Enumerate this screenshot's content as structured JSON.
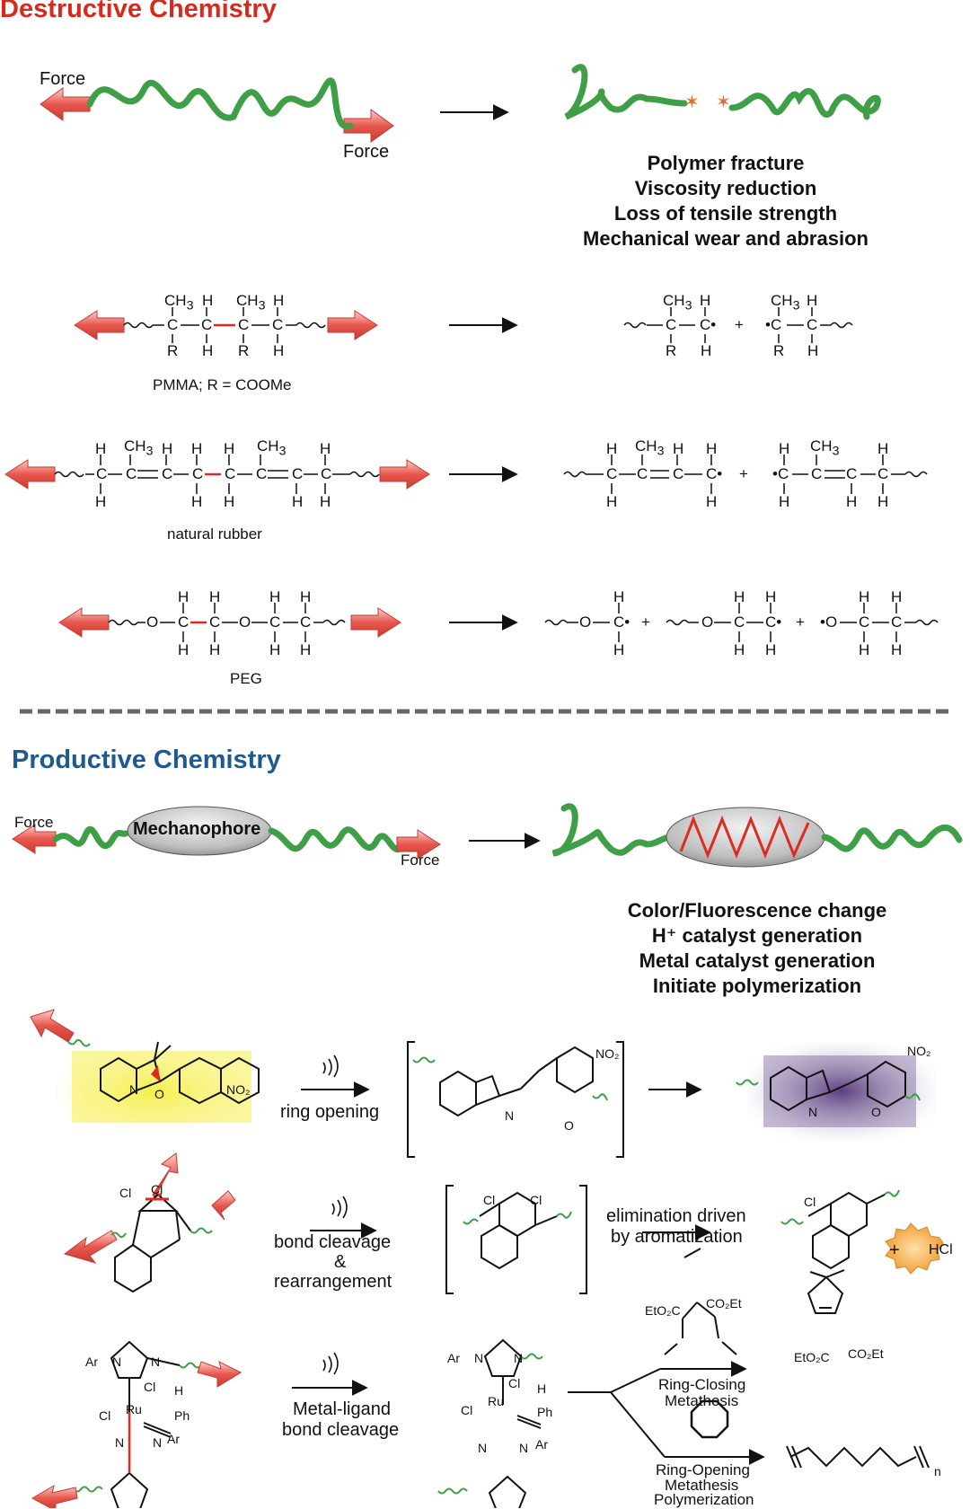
{
  "destructive": {
    "title": "Destructive Chemistry",
    "force_left": "Force",
    "force_right": "Force",
    "outcomes": [
      "Polymer fracture",
      "Viscosity reduction",
      "Loss of tensile strength",
      "Mechanical wear and abrasion"
    ],
    "pmma_label": "PMMA; R = COOMe",
    "rubber_label": "natural rubber",
    "peg_label": "PEG",
    "atoms": {
      "c": "C",
      "h": "H",
      "o": "O",
      "r": "R",
      "ch3": "CH",
      "sub3": "3",
      "plus": "+"
    }
  },
  "productive": {
    "title": "Productive Chemistry",
    "force_left": "Force",
    "force_right": "Force",
    "mechanophore": "Mechanophore",
    "outcomes": [
      "Color/Fluorescence change",
      "H⁺ catalyst generation",
      "Metal catalyst generation",
      "Initiate polymerization"
    ],
    "ring_opening": "ring opening",
    "bond_cleavage": "bond cleavage",
    "amp": "&",
    "rearrangement": "rearrangement",
    "elimination_1": "elimination driven",
    "elimination_2": "by aromatization",
    "hcl": "HCl",
    "metal_ligand_1": "Metal-ligand",
    "metal_ligand_2": "bond cleavage",
    "rcm_1": "Ring-Closing",
    "rcm_2": "Metathesis",
    "romp_1": "Ring-Opening",
    "romp_2": "Metathesis",
    "romp_3": "Polymerization",
    "labels": {
      "no2": "NO₂",
      "n": "N",
      "o": "O",
      "cl": "Cl",
      "ru": "Ru",
      "ph": "Ph",
      "h": "H",
      "ar": "Ar",
      "eto2c": "EtO₂C",
      "co2et": "CO₂Et",
      "n_sub": "n",
      "plus": "+"
    }
  },
  "colors": {
    "force_arrow": "#e8574d",
    "chain": "#3e9f47",
    "bond_red": "#e02a1f",
    "title_red": "#d42b1e",
    "title_blue": "#1e5a8e",
    "spiro_glow": "#f2ea3c",
    "merocyanine_glow": "#6a4c8a",
    "hcl_burst": "#f4b23a"
  }
}
